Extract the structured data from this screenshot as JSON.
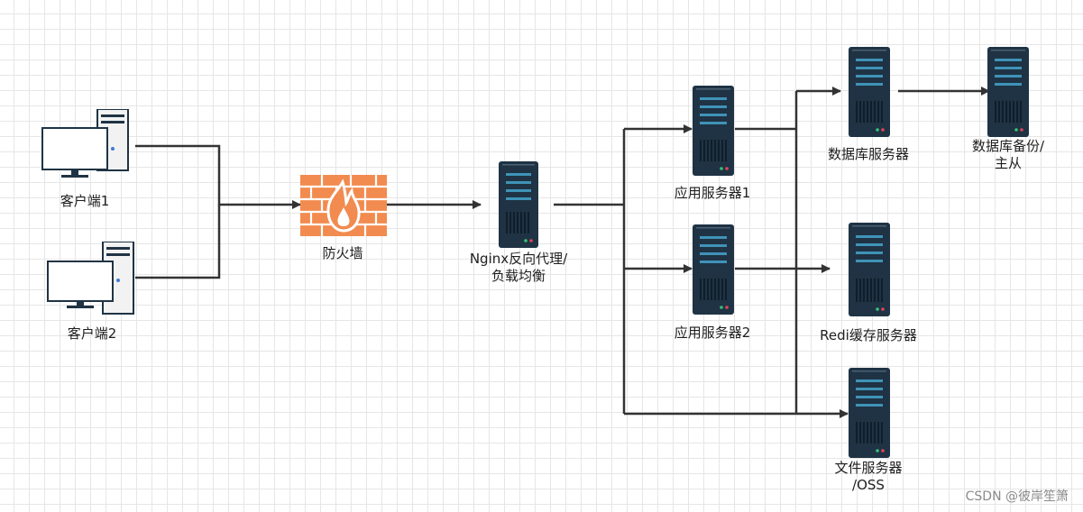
{
  "nodes": {
    "client1": {
      "label": "客户端1",
      "kind": "pc"
    },
    "client2": {
      "label": "客户端2",
      "kind": "pc"
    },
    "firewall": {
      "label": "防火墙",
      "kind": "firewall"
    },
    "nginx": {
      "label_line1": "Nginx反向代理/",
      "label_line2": "负载均衡",
      "kind": "server"
    },
    "app1": {
      "label": "应用服务器1",
      "kind": "server"
    },
    "app2": {
      "label": "应用服务器2",
      "kind": "server"
    },
    "db": {
      "label": "数据库服务器",
      "kind": "server"
    },
    "db_backup": {
      "label_line1": "数据库备份/",
      "label_line2": "主从",
      "kind": "server"
    },
    "redis": {
      "label": "Redi缓存服务器",
      "kind": "server"
    },
    "file": {
      "label_line1": "文件服务器",
      "label_line2": "/OSS",
      "kind": "server"
    }
  },
  "watermark": "CSDN @彼岸笙箫",
  "colors": {
    "line": "#333333",
    "server_body": "#1f3344",
    "server_slot": "#3f93b8",
    "firewall_brick": "#f28b4f",
    "firewall_flame": "#ffffff"
  }
}
